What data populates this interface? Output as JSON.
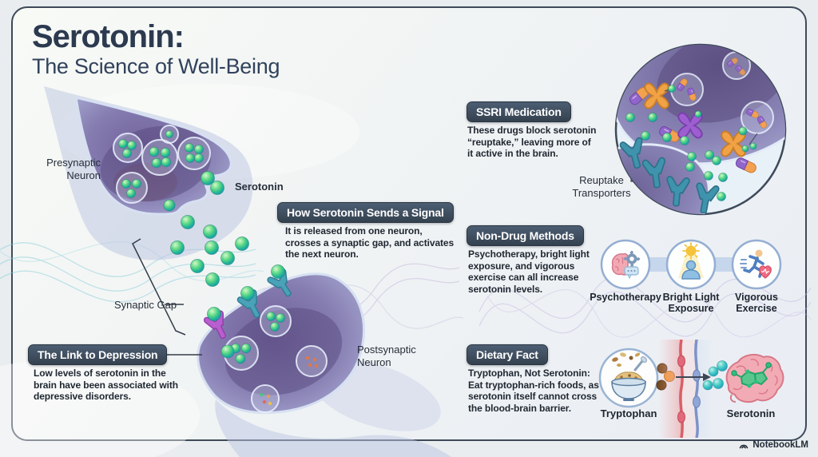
{
  "page": {
    "title_bold": "Serotonin:",
    "title_rest": "The Science of Well-Being",
    "watermark": "NotebookLM"
  },
  "diagram": {
    "presynaptic_label": "Presynaptic Neuron",
    "serotonin_label": "Serotonin",
    "synaptic_gap_label": "Synaptic Gap",
    "postsynaptic_label": "Postsynaptic Neuron",
    "reuptake_label": "Reuptake Transporters"
  },
  "callouts": [
    {
      "id": "signal",
      "title": "How Serotonin Sends a Signal",
      "body": "It is released from one neuron, crosses a synaptic gap, and activates the next neuron."
    },
    {
      "id": "depression",
      "title": "The Link to Depression",
      "body": "Low levels of serotonin in the brain have been associated with depressive disorders."
    },
    {
      "id": "ssri",
      "title": "SSRI Medication",
      "body": "These drugs block serotonin “reuptake,” leaving more of it active in the brain."
    },
    {
      "id": "nondrug",
      "title": "Non-Drug Methods",
      "body": "Psychotherapy, bright light exposure, and vigorous exercise can all increase serotonin levels."
    },
    {
      "id": "diet",
      "title": "Dietary Fact",
      "body_bold": "Tryptophan, Not Serotonin:",
      "body": "Eat tryptophan-rich foods, as serotonin itself cannot cross the blood-brain barrier."
    }
  ],
  "methods": [
    {
      "label": "Psychotherapy",
      "icon": "brain-gear-chat-icon"
    },
    {
      "label": "Bright Light Exposure",
      "icon": "sun-person-icon"
    },
    {
      "label": "Vigorous Exercise",
      "icon": "runner-heart-icon"
    }
  ],
  "diet_flow": {
    "left_label": "Tryptophan",
    "left_icon": "food-bowl-icon",
    "barrier_icon": "blood-brain-barrier",
    "arrow_icon": "arrow-right-icon",
    "right_label": "Serotonin",
    "right_icon": "brain-icon"
  },
  "colors": {
    "header_slate": "#3b4a5c",
    "serotonin_green": "#3ecb7a",
    "receptor_teal": "#4aa2b8",
    "pill_purple": "#9166cc",
    "pill_orange": "#f2a150",
    "neuron_purple": "#8780b3"
  }
}
